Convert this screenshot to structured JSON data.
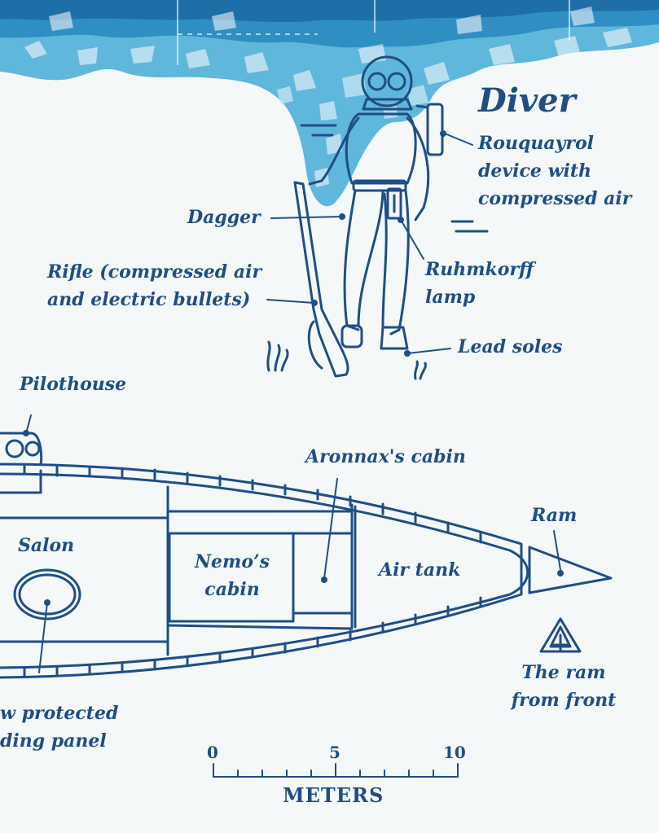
{
  "diver": {
    "title": "Diver",
    "rouquayrol": [
      "Rouquayrol",
      "device with",
      "compressed air"
    ],
    "dagger": "Dagger",
    "rifle": [
      "Rifle (compressed air",
      "and electric bullets)"
    ],
    "ruhmkorff": [
      "Ruhmkorff",
      "lamp"
    ],
    "lead_soles": "Lead soles"
  },
  "submarine": {
    "pilothouse": "Pilothouse",
    "aronnax_cabin": "Aronnax's cabin",
    "ram": "Ram",
    "salon": "Salon",
    "nemo_cabin": [
      "Nemo’s",
      "cabin"
    ],
    "air_tank": "Air tank",
    "window": [
      "w protected",
      "ding panel"
    ],
    "ram_front": [
      "The ram",
      "from front"
    ]
  },
  "scale": {
    "ticks": [
      "0",
      "5",
      "10"
    ],
    "units": "METERS"
  },
  "colors": {
    "ink": "#1f4e86",
    "background": "#f4f8f8",
    "ice": "#3ea1cf"
  }
}
